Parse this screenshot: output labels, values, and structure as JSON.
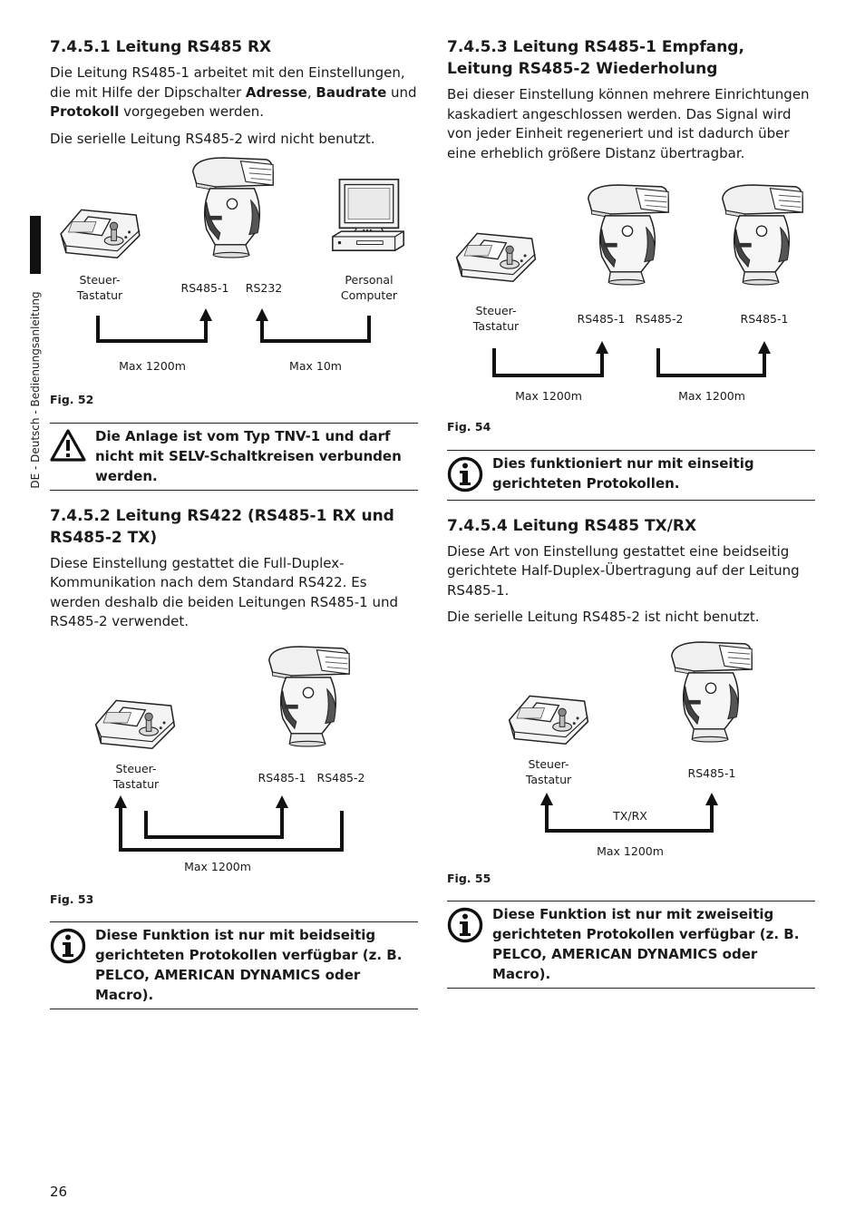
{
  "side_tab": "DE - Deutsch - Bedienungsanleitung",
  "page_number": "26",
  "s1": {
    "title": "7.4.5.1  Leitung RS485 RX",
    "p1_a": "Die Leitung RS485-1 arbeitet mit den Einstellungen, die mit Hilfe der Dipschalter ",
    "p1_b1": "Adresse",
    "p1_sep": ", ",
    "p1_b2": "Baudrate",
    "p1_and": " und ",
    "p1_b3": "Protokoll",
    "p1_end": " vorgegeben werden.",
    "p2": "Die serielle Leitung RS485-2 wird nicht benutzt.",
    "fig": {
      "kbd_label_1": "Steuer-",
      "kbd_label_2": "Tastatur",
      "port_a": "RS485-1",
      "port_b": "RS232",
      "pc_label_1": "Personal",
      "pc_label_2": "Computer",
      "dist_1": "Max 1200m",
      "dist_2": "Max 10m"
    },
    "caption": "Fig. 52",
    "warning": "Die Anlage ist vom Typ TNV-1 und darf nicht mit SELV-Schaltkreisen verbunden werden."
  },
  "s2": {
    "title": "7.4.5.2  Leitung RS422 (RS485-1 RX und RS485-2 TX)",
    "p1": "Diese Einstellung gestattet die Full-Duplex-Kommunikation nach dem Standard RS422. Es werden deshalb die beiden Leitungen RS485-1 und RS485-2 verwendet.",
    "fig": {
      "kbd_label_1": "Steuer-",
      "kbd_label_2": "Tastatur",
      "port_a": "RS485-1",
      "port_b": "RS485-2",
      "dist_1": "Max 1200m"
    },
    "caption": "Fig. 53",
    "info": "Diese Funktion ist nur mit beidseitig gerichteten Protokollen verfügbar (z. B. PELCO, AMERICAN DYNAMICS oder Macro)."
  },
  "s3": {
    "title": "7.4.5.3  Leitung RS485-1 Empfang, Leitung RS485-2 Wiederholung",
    "p1": "Bei dieser Einstellung können mehrere Einrichtungen kaskadiert angeschlossen werden. Das Signal wird von jeder Einheit regeneriert und ist dadurch über eine erheblich größere Distanz übertragbar.",
    "fig": {
      "kbd_label_1": "Steuer-",
      "kbd_label_2": "Tastatur",
      "port_a": "RS485-1",
      "port_b": "RS485-2",
      "port_c": "RS485-1",
      "dist_1": "Max 1200m",
      "dist_2": "Max 1200m"
    },
    "caption": "Fig. 54",
    "info": "Dies funktioniert nur mit einseitig gerichteten Protokollen."
  },
  "s4": {
    "title": "7.4.5.4  Leitung RS485 TX/RX",
    "p1": "Diese Art von Einstellung gestattet eine beidseitig gerichtete Half-Duplex-Übertragung auf der Leitung RS485-1.",
    "p2": "Die serielle Leitung RS485-2 ist nicht benutzt.",
    "fig": {
      "kbd_label_1": "Steuer-",
      "kbd_label_2": "Tastatur",
      "port_a": "RS485-1",
      "line_label": "TX/RX",
      "dist_1": "Max 1200m"
    },
    "caption": "Fig. 55",
    "info": "Diese Funktion ist nur mit zweiseitig gerichteten Protokollen verfügbar (z. B. PELCO, AMERICAN DYNAMICS oder Macro)."
  }
}
